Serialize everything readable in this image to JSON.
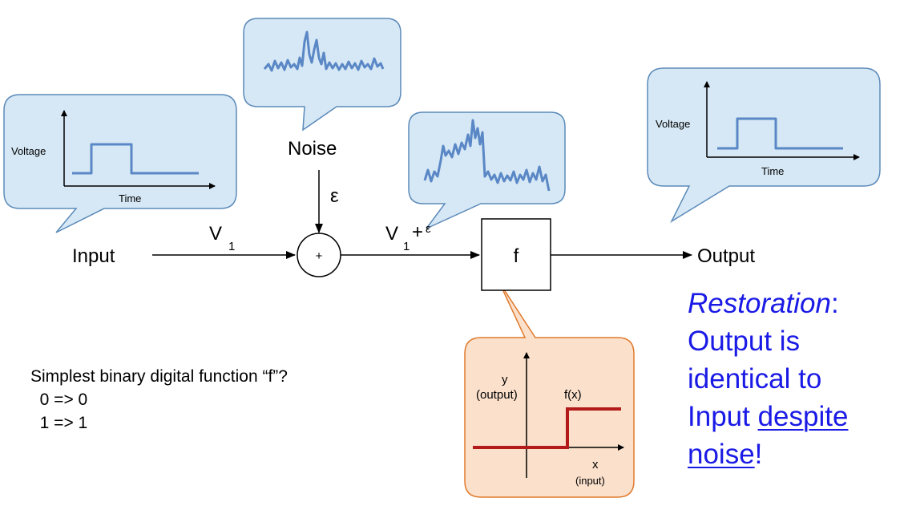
{
  "colors": {
    "bubble_fill": "#d6e8f5",
    "bubble_stroke": "#5b8ab9",
    "signal_line": "#5a87c5",
    "orange_fill": "#fbe0cc",
    "orange_stroke": "#e07a2c",
    "step_line": "#b31b1b",
    "restoration_text": "#1a1ae6"
  },
  "diagram": {
    "input_label": "Input",
    "output_label": "Output",
    "noise_label": "Noise",
    "epsilon": "ε",
    "v_letter": "V",
    "v_sub": "1",
    "plus_eps": "+",
    "adder_symbol": "+",
    "function_box": "f"
  },
  "input_bubble": {
    "ylabel": "Voltage",
    "xlabel": "Time"
  },
  "output_bubble": {
    "ylabel": "Voltage",
    "xlabel": "Time"
  },
  "function_plot": {
    "ylabel": "y",
    "ylabel_unit": "(output)",
    "xlabel": "x",
    "xlabel_unit": "(input)",
    "curve_label": "f(x)"
  },
  "question": {
    "line1": "Simplest binary digital function “f”?",
    "line2": "  0 => 0",
    "line3": "  1 => 1"
  },
  "restoration": {
    "word": "Restoration",
    "colon": ":",
    "line2": "Output is",
    "line3": "identical to",
    "line4_a": "Input ",
    "line4_b": "despite",
    "line5_a": "noise",
    "line5_b": "!"
  }
}
